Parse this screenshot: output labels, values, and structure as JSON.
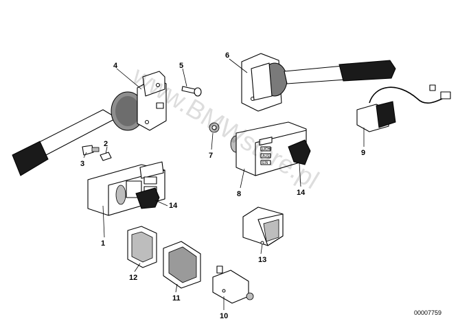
{
  "diagram": {
    "watermark": "www.BMWstore.pl",
    "image_code": "00007759",
    "part_labels": [
      "4",
      "5",
      "6",
      "2",
      "3",
      "7",
      "9",
      "8",
      "14",
      "1",
      "14",
      "13",
      "12",
      "11",
      "10"
    ],
    "panel_labels": [
      "LICHT",
      "AUS",
      "EIN"
    ]
  }
}
